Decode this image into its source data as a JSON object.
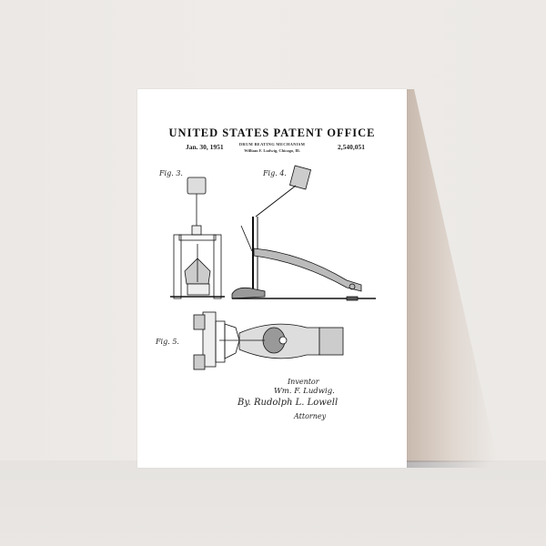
{
  "scene": {
    "description": "Framed-less patent art print leaning against a light wall on a table",
    "wall_color": "#ece9e6",
    "table_color": "#e8e5e2",
    "paper_color": "#ffffff",
    "ink_color": "#111111"
  },
  "print": {
    "header": {
      "title": "UNITED STATES PATENT OFFICE",
      "date": "Jan. 30, 1951",
      "patent_number": "2,540,051",
      "subtitle": "DRUM BEATING MECHANISM",
      "inventor_line": "William F. Ludwig, Chicago, Ill."
    },
    "figures": [
      {
        "label": "Fig. 3."
      },
      {
        "label": "Fig. 4."
      },
      {
        "label": "Fig. 5."
      }
    ],
    "signature": {
      "inventor_label": "Inventor",
      "inventor_name": "Wm. F. Ludwig.",
      "by_line": "By. Rudolph L. Lowell",
      "attorney_label": "Attorney"
    }
  }
}
